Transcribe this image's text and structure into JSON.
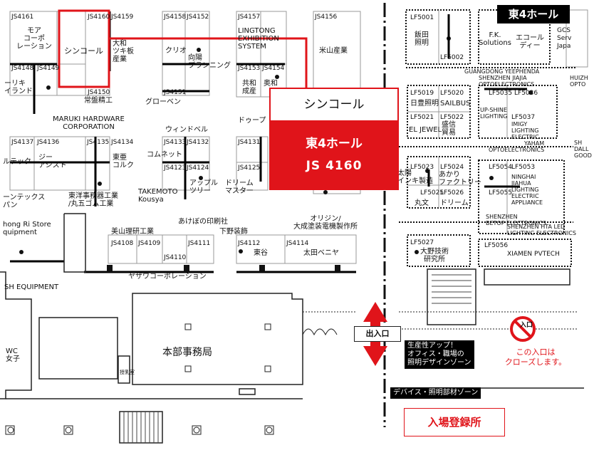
{
  "hall_title": "東4ホール",
  "callout": {
    "company": "シンコール",
    "hall": "東4ホール",
    "booth": "JS 4160"
  },
  "booth_ids": {
    "js4161": "JS4161",
    "js4160": "JS4160",
    "js4159": "JS4159",
    "js4158": "JS4158",
    "js4152": "JS4152",
    "js4157": "JS4157",
    "js4156": "JS4156",
    "js4148": "JS4148",
    "js4149": "JS4149",
    "js4150": "JS4150",
    "js4153": "JS4153",
    "js4154": "JS4154",
    "js4151": "JS4151",
    "js4137": "JS4137",
    "js4136": "JS4136",
    "js4135": "JS4135",
    "js4134": "JS4134",
    "js4133": "JS4133",
    "js4132": "JS4132",
    "js4131": "JS4131",
    "js4123": "JS4123",
    "js4124": "JS4124",
    "js4125": "JS4125",
    "js4108": "JS4108",
    "js4109": "JS4109",
    "js4110": "JS4110",
    "js4111": "JS4111",
    "js4112": "JS4112",
    "js4114": "JS4114",
    "lf5001": "LF5001",
    "lf5002": "LF5002",
    "lf5019": "LF5019",
    "lf5020": "LF5020",
    "lf5021": "LF5021",
    "lf5022": "LF5022",
    "lf5035": "LF5035",
    "lf5036": "LF5036",
    "lf5037": "LF5037",
    "lf5023": "LF5023",
    "lf5024": "LF5024",
    "lf5025": "LF5025",
    "lf5026": "LF5026",
    "lf5054": "LF5054",
    "lf5053": "LF5053",
    "lf5055": "LF5055",
    "lf5027": "LF5027",
    "lf5056": "LF5056"
  },
  "exhibitors": {
    "moa": "モア\nコーポ\nレーション",
    "shincall": "シンコール",
    "daiwa": "大和\nツキ板\n産業",
    "kurio": "クリオ",
    "koyo": "向陽\nプランニング",
    "lingtong": "LINGTONG\nEXHIBITION\nSYSTEM",
    "yoneyama": "米山産業",
    "riki": "ーリキ\nイランド",
    "joshin": "常盤精工",
    "kyowa": "共和\n成産",
    "okuwa": "奥和",
    "glorben": "グローベン",
    "maruki": "MARUKI HARDWARE\nCORPORATION",
    "dorp": "ドゥープ",
    "window": "ウィンドベル",
    "rutec": "ルテック",
    "gassist": "ジー\nアシスト",
    "toa": "東亜\nコルク",
    "komunet": "コムネット",
    "apple": "アップル\nツリー",
    "dream": "ドリーム\nマスター",
    "entex": "ーンテックス\nパン",
    "toyo": "東洋事務器工業\n/丸五ゴム工業",
    "takemoto": "TAKEMOTO\nKousya",
    "akebono": "あけぼの印刷社",
    "shimono": "下野装飾",
    "origin": "オリジン/\n大成塗装電機製作所",
    "hongri": "hong Ri Store\nquipment",
    "biyama": "美山理研工業",
    "yazawa": "ヤザワコーポレーション",
    "toya": "東谷",
    "ota": "太田ベニヤ",
    "sh_equip": "SH EQUIPMENT",
    "iida": "飯田\n照明",
    "fk": "F.K.\nSolutions",
    "ecoleady": "エコール\nディー",
    "gcs": "GCS\nServ\nJapa",
    "yeephenda": "GUANGDONG YEEPHENDA",
    "jiajia": "SHENZHEN JIAJIA\nOPTOELECTRONICS",
    "huizhou": "HUIZH\nOPTO",
    "hitachi_shomei": "日豊照明",
    "sailbus": "SAILBUS",
    "eljewel": "EL JEWEL",
    "seishin": "盛信\n貿易",
    "upshine": "UP-SHINE\nLIGHTING",
    "imigy": "IMIGY\nLIGHTING\nELECTRIC",
    "yaham": "YAHAM",
    "yaham_opto": "OPTOELECTRONICS",
    "dalla": "SH\nDALL\nGOOD",
    "taiyo": "太陽\nインキ製造",
    "akari": "あかり\nファクトリー",
    "marubun": "丸文",
    "dream2": "ドリーム",
    "ninghai": "NINGHAI\nJIAHUA\nLIGHTING\nELECTRIC\nAPPLIANCE",
    "betop": "SHENZHEN\nBETOP ELECTRONICS",
    "htaled": "SHENZHEN HTA LED\nLIGHTING ELECTRONICS",
    "ono": "大野技術\n研究所",
    "xiamen": "XIAMEN PVTECH"
  },
  "facilities": {
    "office": "本部事務局",
    "entrance": "出入口",
    "productivity": "生産性アップ！\nオフィス・職場の\n照明デザインゾーン",
    "device_zone": "デバイス・照明部材ゾーン",
    "entrance_small": "入口",
    "closed_note": "この入口は\nクローズします。",
    "registration": "入場登録所",
    "wc": "WC\n女子",
    "chapel": "授乳室"
  },
  "colors": {
    "highlight": "#e0141a",
    "hall_badge": "#000000"
  }
}
